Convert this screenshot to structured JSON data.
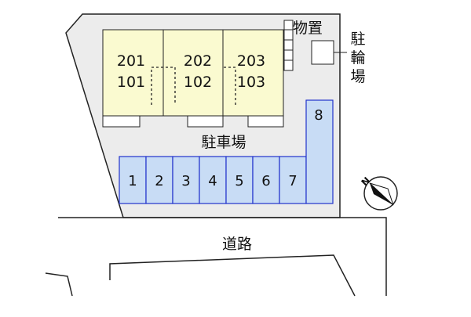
{
  "site": {
    "parking_label": "駐車場",
    "road_label": "道路",
    "storage_label": "物置",
    "bicycle_parking_label": [
      "駐",
      "輪",
      "場"
    ]
  },
  "building": {
    "units": [
      {
        "upper": "201",
        "lower": "101"
      },
      {
        "upper": "202",
        "lower": "102"
      },
      {
        "upper": "203",
        "lower": "103"
      }
    ]
  },
  "parking": {
    "spaces": [
      "1",
      "2",
      "3",
      "4",
      "5",
      "6",
      "7",
      "8"
    ]
  },
  "compass": {
    "label": "N"
  },
  "colors": {
    "lot_fill": "#ececec",
    "building_fill": "#fafad0",
    "parking_fill": "#c8dcf5",
    "parking_stroke": "#2233cc",
    "outline": "#222222"
  }
}
